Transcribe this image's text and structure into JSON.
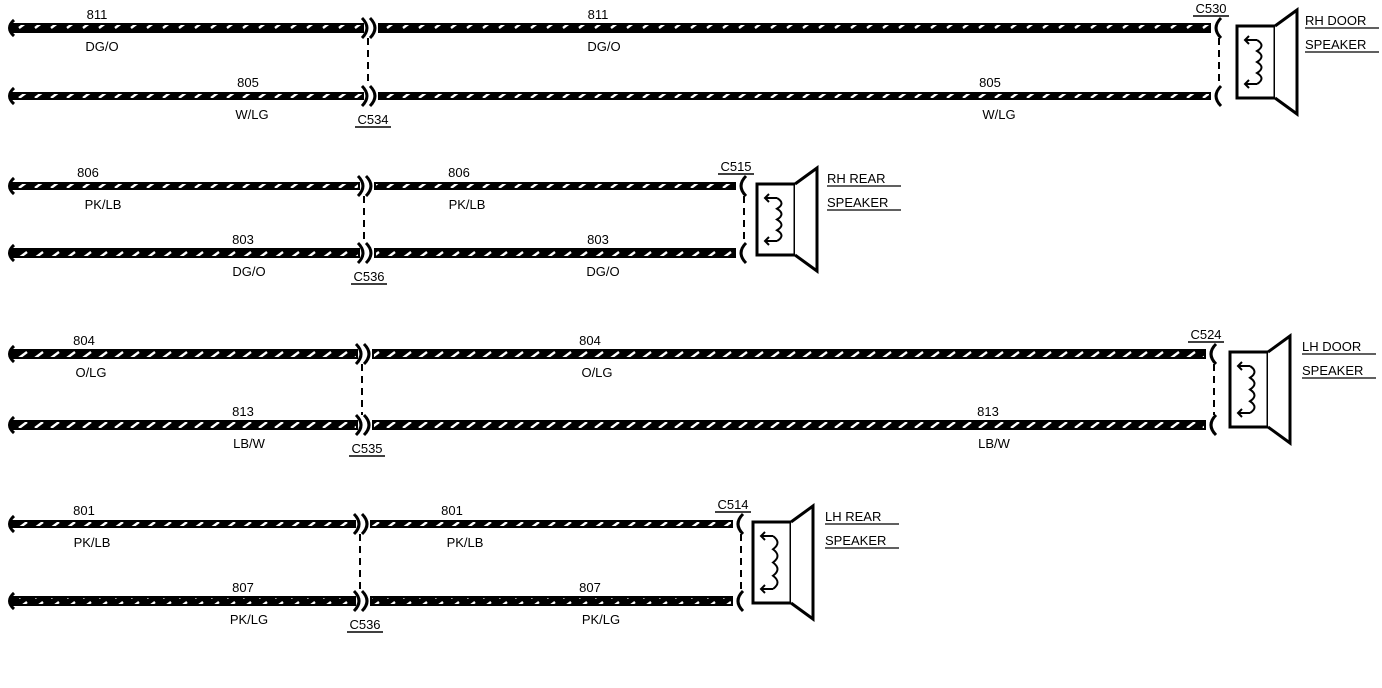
{
  "circuits": [
    {
      "name": "rh-door",
      "splice_connector": "C534",
      "speaker_connector": "C530",
      "speaker_label": [
        "RH DOOR",
        "SPEAKER"
      ],
      "wires": [
        {
          "left_number": "811",
          "left_color": "DG/O",
          "right_number": "811",
          "right_color": "DG/O",
          "stripe": "dark"
        },
        {
          "left_number": "805",
          "left_color": "W/LG",
          "right_number": "805",
          "right_color": "W/LG",
          "stripe": "light"
        }
      ]
    },
    {
      "name": "rh-rear",
      "splice_connector": "C536",
      "speaker_connector": "C515",
      "speaker_label": [
        "RH REAR",
        "SPEAKER"
      ],
      "wires": [
        {
          "left_number": "806",
          "left_color": "PK/LB",
          "right_number": "806",
          "right_color": "PK/LB",
          "stripe": "light"
        },
        {
          "left_number": "803",
          "left_color": "DG/O",
          "right_number": "803",
          "right_color": "DG/O",
          "stripe": "dark"
        }
      ]
    },
    {
      "name": "lh-door",
      "splice_connector": "C535",
      "speaker_connector": "C524",
      "speaker_label": [
        "LH DOOR",
        "SPEAKER"
      ],
      "wires": [
        {
          "left_number": "804",
          "left_color": "O/LG",
          "right_number": "804",
          "right_color": "O/LG",
          "stripe": "dark"
        },
        {
          "left_number": "813",
          "left_color": "LB/W",
          "right_number": "813",
          "right_color": "LB/W",
          "stripe": "dark"
        }
      ]
    },
    {
      "name": "lh-rear",
      "splice_connector": "C536",
      "speaker_connector": "C514",
      "speaker_label": [
        "LH REAR",
        "SPEAKER"
      ],
      "wires": [
        {
          "left_number": "801",
          "left_color": "PK/LB",
          "right_number": "801",
          "right_color": "PK/LB",
          "stripe": "light"
        },
        {
          "left_number": "807",
          "left_color": "PK/LG",
          "right_number": "807",
          "right_color": "PK/LG",
          "stripe": "dark"
        }
      ]
    }
  ]
}
